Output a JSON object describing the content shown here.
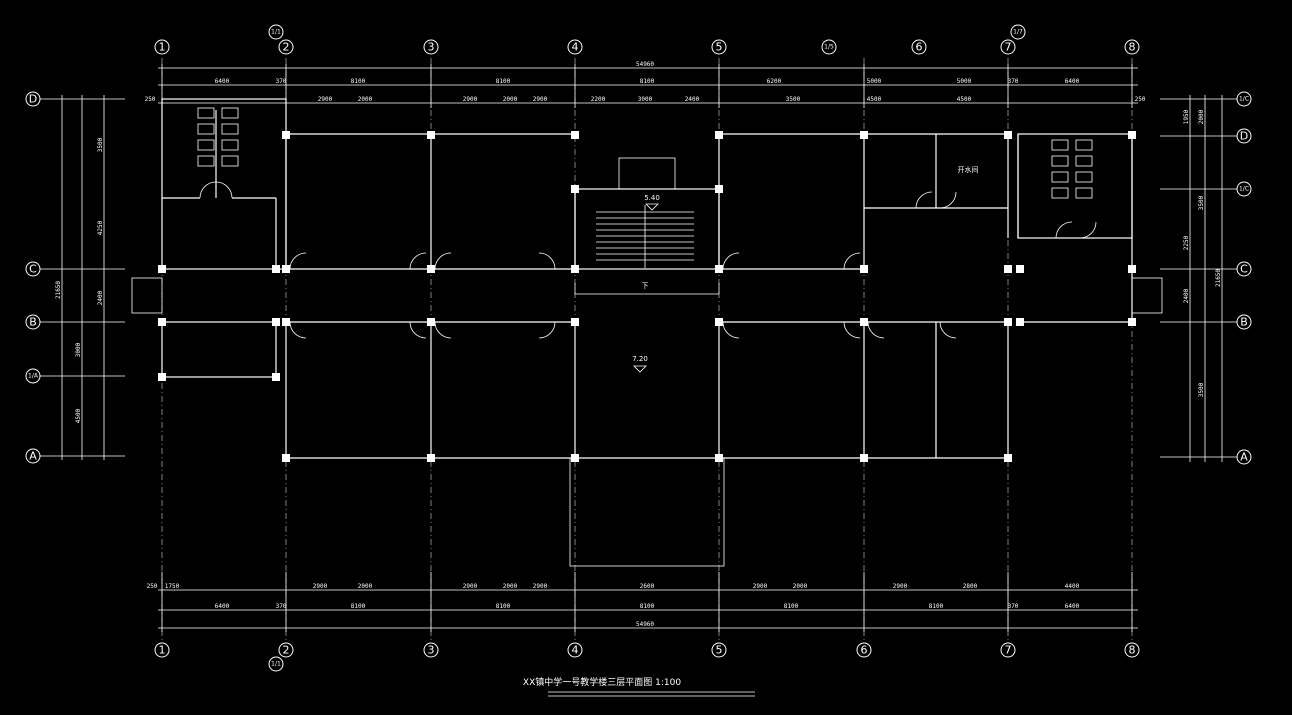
{
  "drawing": {
    "title": "XX镇中学一号教学楼三层平面图 1:100",
    "room_label": "开水间",
    "elev_stair": "5.40",
    "elev_corridor": "7.20",
    "stair_mark": "下"
  },
  "axes_top": [
    "1",
    "1/1",
    "2",
    "3",
    "4",
    "5",
    "1/5",
    "6",
    "7",
    "1/7",
    "8"
  ],
  "axes_bottom": [
    "1",
    "2",
    "1/1",
    "3",
    "4",
    "5",
    "6",
    "7",
    "8"
  ],
  "axes_left": [
    "D",
    "C",
    "B",
    "1/A",
    "A"
  ],
  "axes_right": [
    "1/C",
    "D",
    "1/C",
    "C",
    "B",
    "A"
  ],
  "dims_top_total": "54960",
  "dims_top_row1": [
    "6400",
    "370",
    "8100",
    "8100",
    "8100",
    "6200",
    "5000",
    "5000",
    "370",
    "6400"
  ],
  "dims_top_row2": [
    "250",
    "2900",
    "2000",
    "2900",
    "2000",
    "2900",
    "2200",
    "3000",
    "2400",
    "3500",
    "4500",
    "4500",
    "250"
  ],
  "dims_bottom_total": "54960",
  "dims_bottom_row1": [
    "250",
    "1750",
    "2900",
    "2000",
    "2900",
    "2000",
    "2900",
    "2600",
    "2900",
    "2000",
    "2900",
    "2800",
    "4400"
  ],
  "dims_bottom_row2": [
    "6400",
    "370",
    "8100",
    "8100",
    "8100",
    "8100",
    "8100",
    "370",
    "6400"
  ],
  "dims_left": [
    "3500",
    "4250",
    "2400",
    "3000",
    "4500",
    "21650"
  ],
  "dims_right": [
    "1950",
    "2000",
    "3500",
    "2250",
    "2400",
    "3500",
    "21650"
  ]
}
